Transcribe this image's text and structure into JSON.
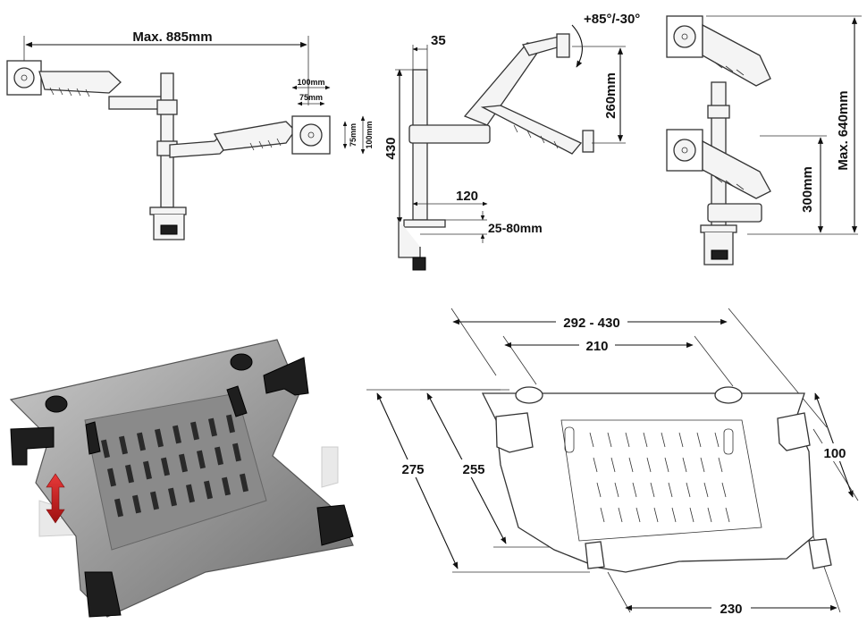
{
  "labels": {
    "max_885": "Max. 885mm",
    "vesa_100": "100mm",
    "vesa_75": "75mm",
    "vesa_75_side": "75mm",
    "vesa_100_side": "100mm",
    "pole_35": "35",
    "tilt": "+85°/-30°",
    "height_260": "260mm",
    "pole_430": "430",
    "base_120": "120",
    "clamp_25_80": "25-80mm",
    "max_640": "Max. 640mm",
    "spacing_300": "300mm",
    "tray_292_430": "292 - 430",
    "tray_210": "210",
    "tray_275": "275",
    "tray_255": "255",
    "tray_100": "100",
    "tray_230": "230"
  },
  "colors": {
    "line": "#111111",
    "tray_metal": "#9a9a9a",
    "tray_dark": "#1e1e1e",
    "arrow_red": "#d0202a"
  }
}
